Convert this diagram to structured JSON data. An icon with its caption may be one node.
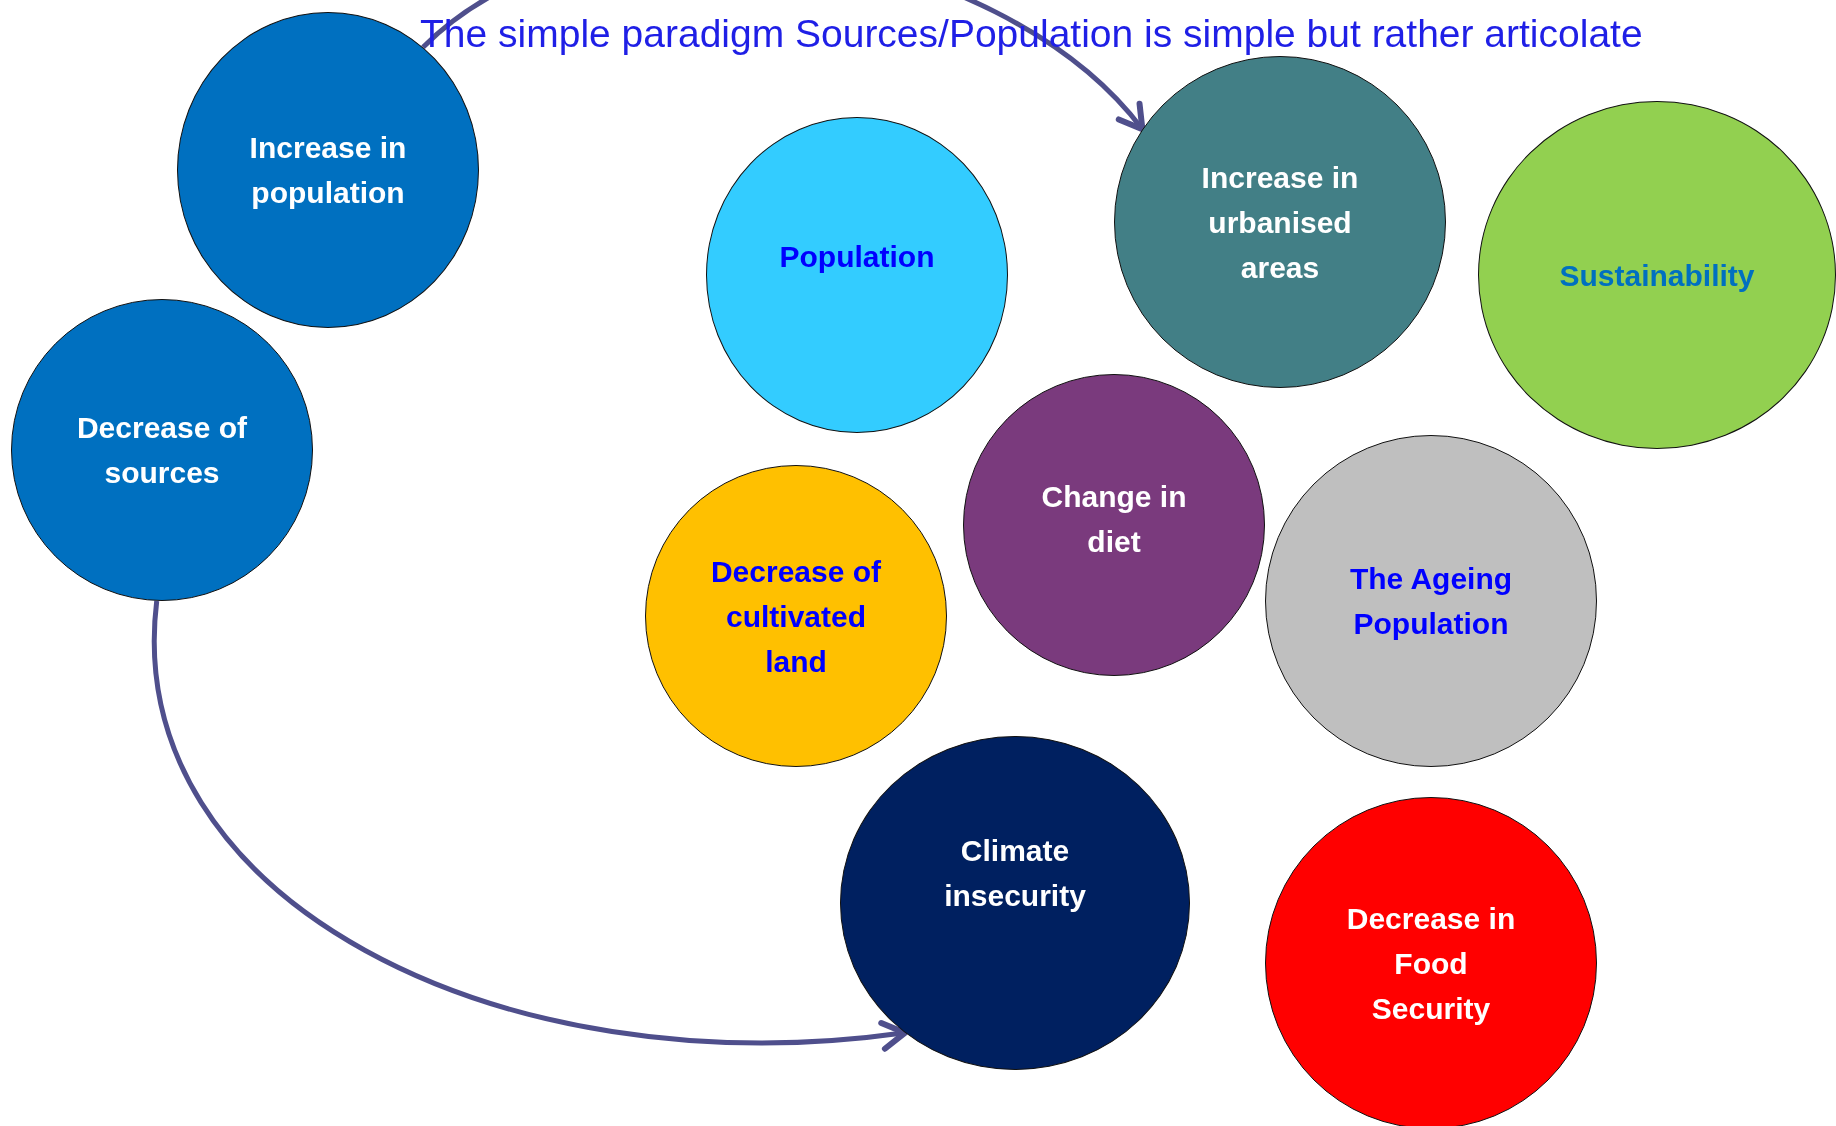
{
  "diagram": {
    "title": "The simple paradigm Sources/Population is simple but rather articolate",
    "nodes": [
      {
        "text": [
          "Increase in population"
        ]
      },
      {
        "text": [
          "Decrease of sources"
        ]
      },
      {
        "text": [
          "Population"
        ]
      },
      {
        "text": [
          "Increase in urbanised areas"
        ]
      },
      {
        "text": [
          "Sustainability"
        ]
      },
      {
        "text": [
          "Change in diet"
        ]
      },
      {
        "text": [
          "Decrease of cultivated land"
        ]
      },
      {
        "text": [
          "The Ageing Population"
        ]
      },
      {
        "text": [
          "Climate insecurity"
        ]
      },
      {
        "text": [
          "Decrease in Food Security"
        ]
      }
    ],
    "edges": [
      {
        "from": 0,
        "to": 3,
        "arrow": "to",
        "color": "#4f4f8c"
      },
      {
        "from": 1,
        "to": 8,
        "arrow": "to",
        "color": "#4f4f8c"
      }
    ]
  }
}
